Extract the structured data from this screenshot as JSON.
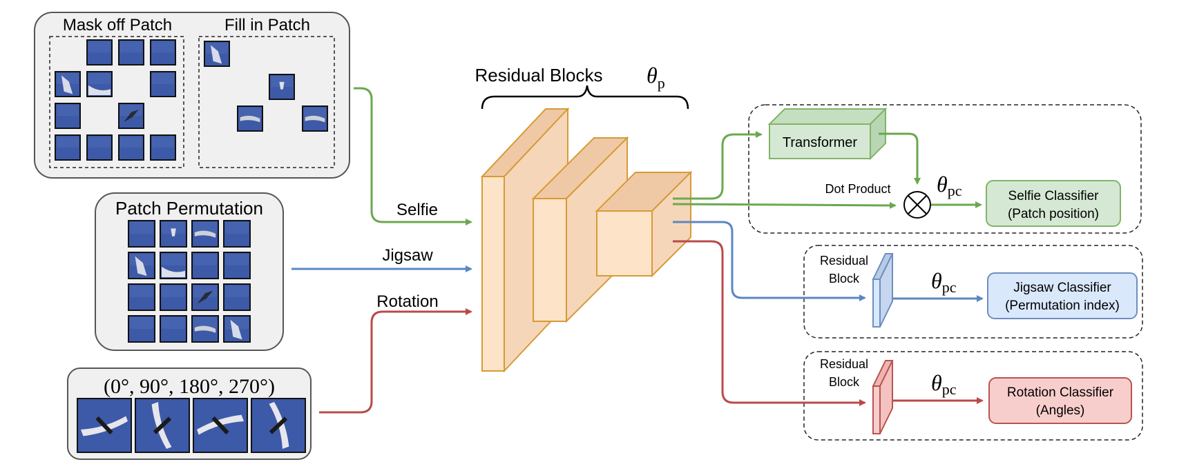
{
  "panels": {
    "mask": {
      "mask_title": "Mask off Patch",
      "fill_title": "Fill in Patch"
    },
    "permutation": {
      "title": "Patch Permutation"
    },
    "rotation": {
      "title": "(0°, 90°, 180°, 270°)"
    }
  },
  "input_labels": {
    "selfie": "Selfie",
    "jigsaw": "Jigsaw",
    "rotation": "Rotation"
  },
  "backbone": {
    "label": "Residual Blocks",
    "param": "θ",
    "param_sub": "p"
  },
  "heads": {
    "transformer": "Transformer",
    "dot_product": "Dot Product",
    "residual_block_line1": "Residual",
    "residual_block_line2": "Block",
    "head_param": "θ",
    "head_param_sub": "pc",
    "selfie_classifier": [
      "Selfie Classifier",
      "(Patch position)"
    ],
    "jigsaw_classifier": [
      "Jigsaw Classifier",
      "(Permutation index)"
    ],
    "rotation_classifier": [
      "Rotation Classifier",
      "(Angles)"
    ]
  },
  "colors": {
    "green": "#6aa84f",
    "blue": "#5b86c2",
    "red": "#b94a48",
    "orange_front": "#fde3c8",
    "orange_stroke": "#d69a35",
    "green_fill": "#d5e8d4",
    "green_stroke": "#82b366",
    "blue_fill": "#dae8fc",
    "blue_stroke": "#6c8ebf",
    "red_fill": "#f8cecc",
    "red_stroke": "#b85450",
    "panel_fill": "#f0f0f0",
    "patch_fill": "#3d5aa8"
  }
}
